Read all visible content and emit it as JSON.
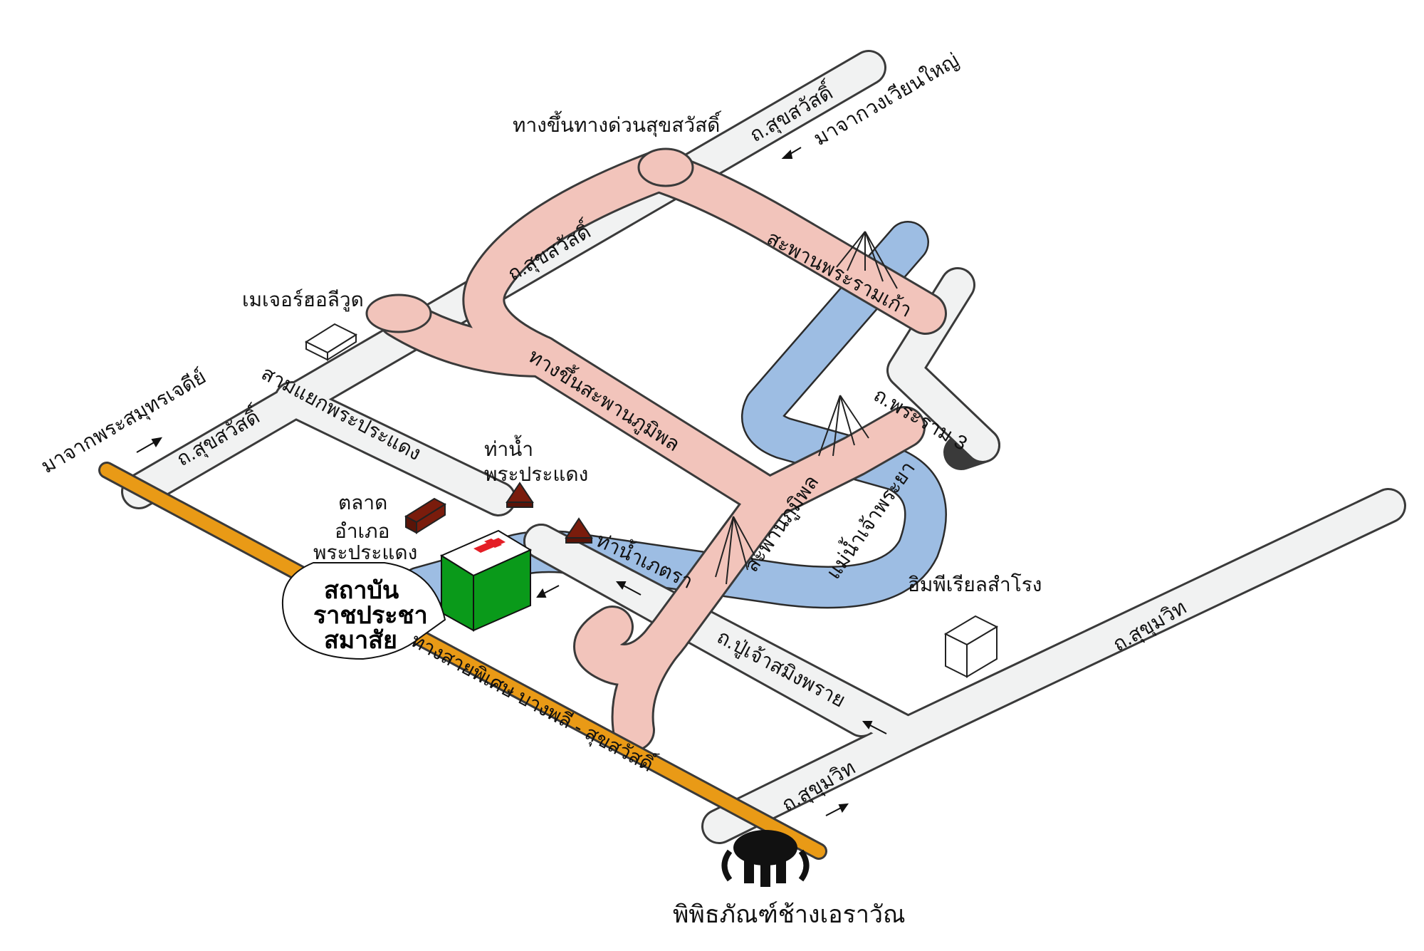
{
  "colors": {
    "road_fill": "#f1f2f2",
    "road_outline": "#3a3a3a",
    "bridge_fill": "#f2c4bb",
    "river_fill": "#9dbde3",
    "expressway_fill": "#e99a16",
    "hospital_green": "#0a9a1a",
    "hospital_cross": "#e41e26",
    "temple_brown": "#7a1c0c"
  },
  "labels": {
    "sukhumvit_expressway_onramp": "ทางขึ้นทางด่วนสุขสวัสดิ์",
    "from_wongwian_yai": "มาจากวงเวียนใหญ่",
    "suksawat_road_top": "ถ.สุขสวัสดิ์",
    "suksawat_road_mid": "ถ.สุขสวัสดิ์",
    "suksawat_road_left": "ถ.สุขสวัสดิ์",
    "rama9_bridge": "สะพานพระรามเก้า",
    "major_hollywood": "เมเจอร์ฮอลีวูด",
    "bhumibol_bridge_onramp": "ทางขึ้นสะพานภูมิพล",
    "rama3_road": "ถ.พระราม 3",
    "from_phra_samut_chedi": "มาจากพระสมุทรเจดีย์",
    "sam_yaek_phra_pradaeng": "สามแยกพระประแดง",
    "pier_phra_pradaeng_1": "ท่าน้ำ",
    "pier_phra_pradaeng_2": "พระประแดง",
    "market_1": "ตลาด",
    "market_2": "อำเภอ",
    "market_3": "พระประแดง",
    "bhumibol_bridge": "สะพานภูมิพล",
    "chao_phraya_river": "แม่น้ำเจ้าพระยา",
    "pier_phetra": "ท่าน้ำเภตรา",
    "imperial_samrong": "อิมพีเรียลสำโรง",
    "institute_1": "สถาบัน",
    "institute_2": "ราชประชา",
    "institute_3": "สมาสัย",
    "poo_chao_saming_phrai": "ถ.ปู่เจ้าสมิงพราย",
    "sukhumvit_road_right": "ถ.สุขุมวิท",
    "sukhumvit_road_bottom": "ถ.สุขุมวิท",
    "special_highway": "ทางสายพิเศษ บางพลี - สุขสวัสดิ์",
    "erawan_museum": "พิพิธภัณฑ์ช้างเอราวัณ"
  }
}
